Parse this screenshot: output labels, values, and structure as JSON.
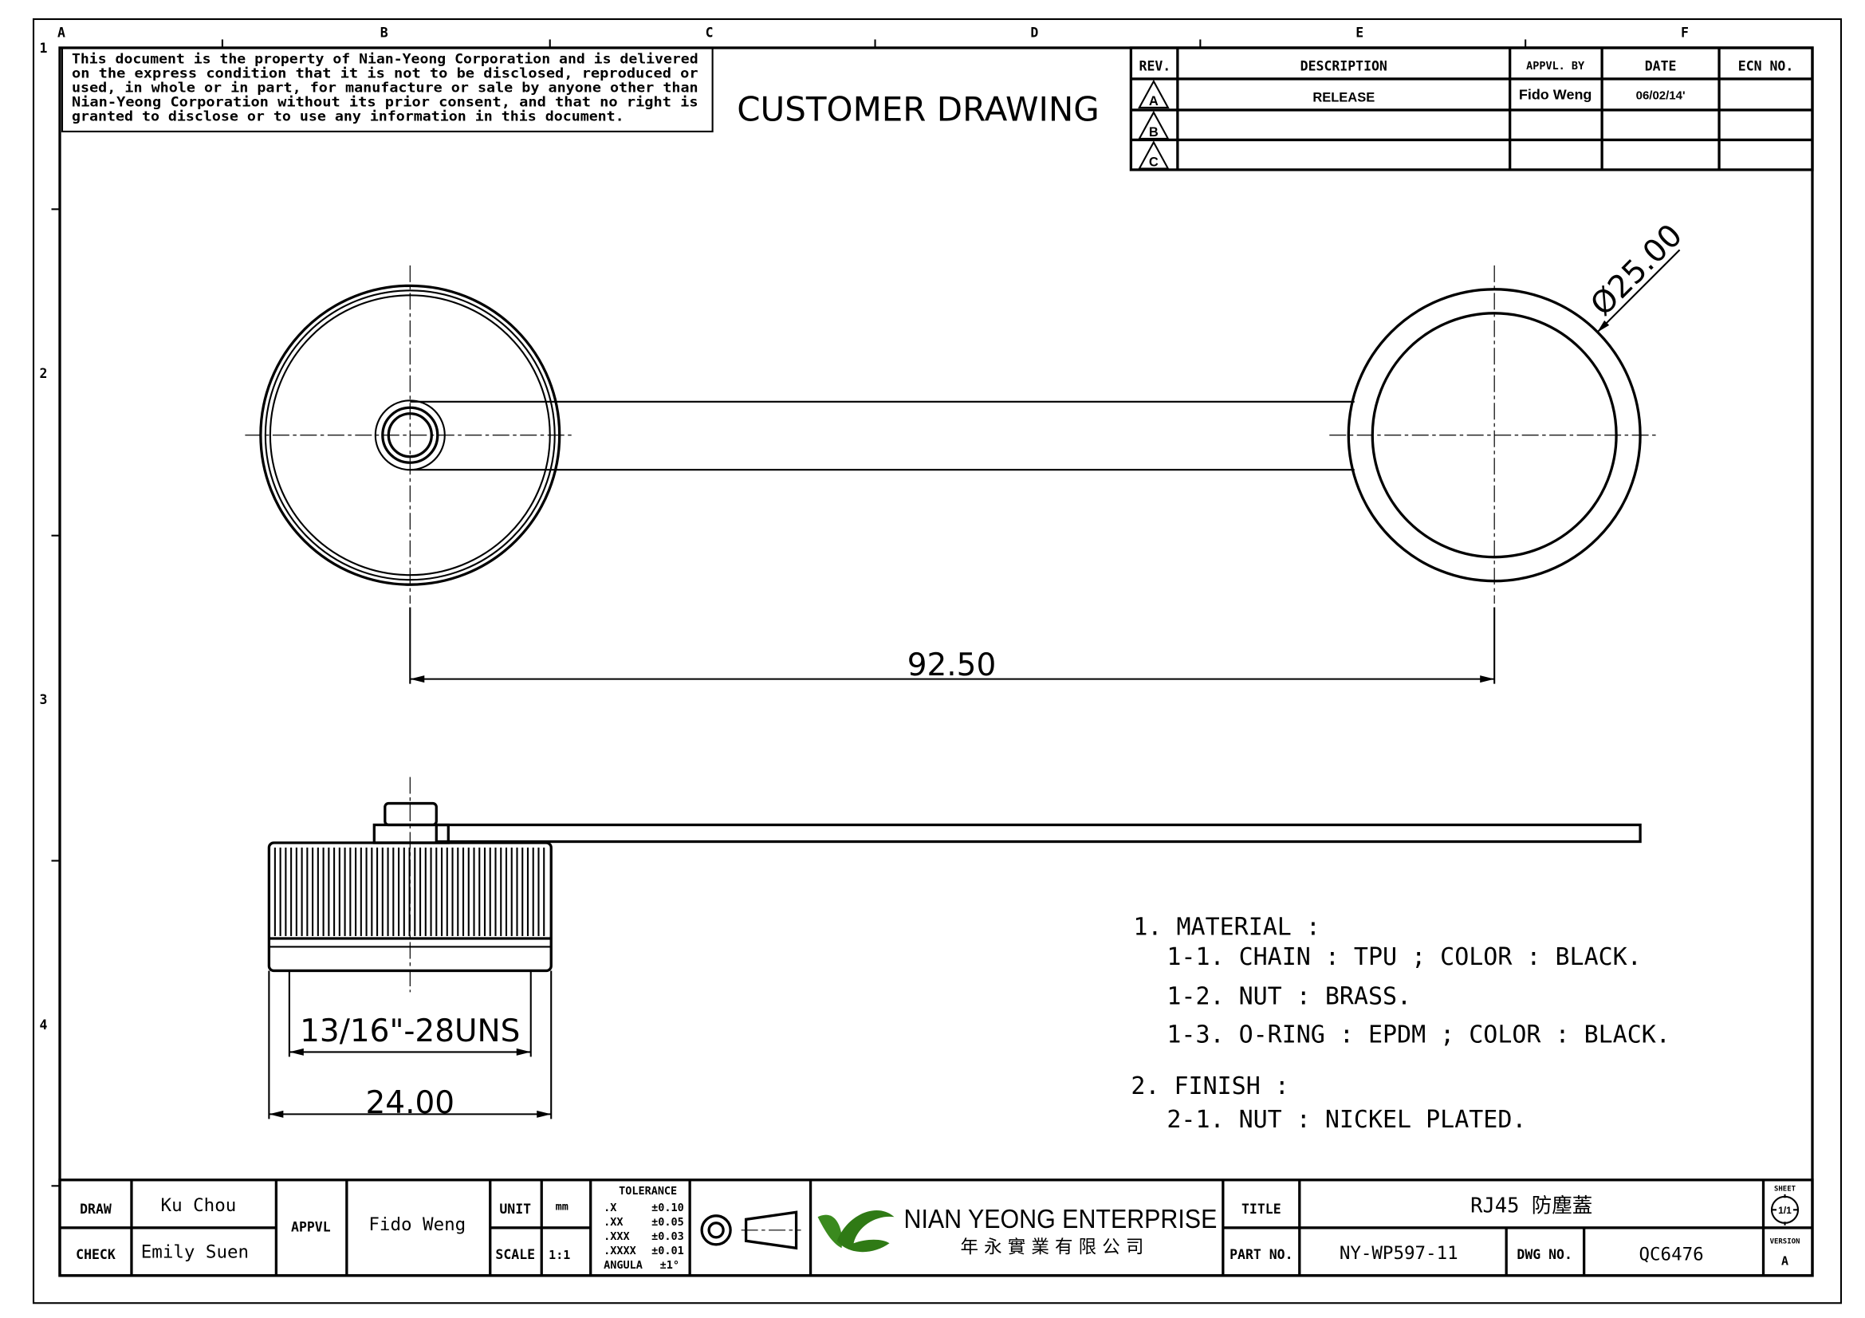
{
  "frame": {
    "col_labels": [
      "A",
      "B",
      "C",
      "D",
      "E",
      "F"
    ],
    "row_labels": [
      "1",
      "2",
      "3",
      "4"
    ]
  },
  "disclaimer": [
    "This document is the property of Nian-Yeong Corporation and is delivered",
    "on  the  express condition that it is not to be disclosed, reproduced or",
    "used, in whole or in part, for manufacture or sale by anyone other than",
    "Nian-Yeong Corporation without  its prior consent, and that  no right  is",
    "granted to disclose or to use any information in this  document."
  ],
  "drawing_title": "CUSTOMER  DRAWING",
  "revision_table": {
    "headers": [
      "REV.",
      "DESCRIPTION",
      "APPVL. BY",
      "DATE",
      "ECN NO."
    ],
    "rows": [
      {
        "rev": "A",
        "description": "RELEASE",
        "appvl": "Fido Weng",
        "date": "06/02/14'",
        "ecn": ""
      },
      {
        "rev": "B",
        "description": "",
        "appvl": "",
        "date": "",
        "ecn": ""
      },
      {
        "rev": "C",
        "description": "",
        "appvl": "",
        "date": "",
        "ecn": ""
      }
    ]
  },
  "dimensions": {
    "diameter": "Ø25.00",
    "center_distance": "92.50",
    "thread": "13/16\"-28UNS",
    "nut_width": "24.00"
  },
  "notes": [
    "1.  MATERIAL  :",
    "1-1.  CHAIN  :  TPU  ;  COLOR  :  BLACK.",
    "1-2.  NUT  :  BRASS.",
    "1-3.  O-RING  :  EPDM  ;  COLOR  :  BLACK.",
    "2.  FINISH  :",
    "2-1.  NUT  :  NICKEL  PLATED."
  ],
  "title_block": {
    "draw_label": "DRAW",
    "draw_value": "Ku Chou",
    "check_label": "CHECK",
    "check_value": "Emily Suen",
    "appvl_label": "APPVL",
    "appvl_value": "Fido Weng",
    "unit_label": "UNIT",
    "unit_value": "mm",
    "scale_label": "SCALE",
    "scale_value": "1:1",
    "tolerance_title": "TOLERANCE",
    "tolerances": [
      {
        "k": ".X",
        "v": "±0.10"
      },
      {
        "k": ".XX",
        "v": "±0.05"
      },
      {
        "k": ".XXX",
        "v": "±0.03"
      },
      {
        "k": ".XXXX",
        "v": "±0.01"
      },
      {
        "k": "ANGULA",
        "v": "±1°"
      }
    ],
    "company_en": "NIAN YEONG ENTERPRISE",
    "company_zh": "年 永 實 業 有 限 公 司",
    "title_label": "TITLE",
    "title_value": "RJ45 防塵蓋",
    "part_label": "PART NO.",
    "part_value": "NY-WP597-11",
    "dwg_label": "DWG NO.",
    "dwg_value": "QC6476",
    "sheet_label": "SHEET",
    "sheet_value": "1/1",
    "version_label": "VERSION",
    "version_value": "A",
    "logo_color": "#3a8a1e"
  }
}
